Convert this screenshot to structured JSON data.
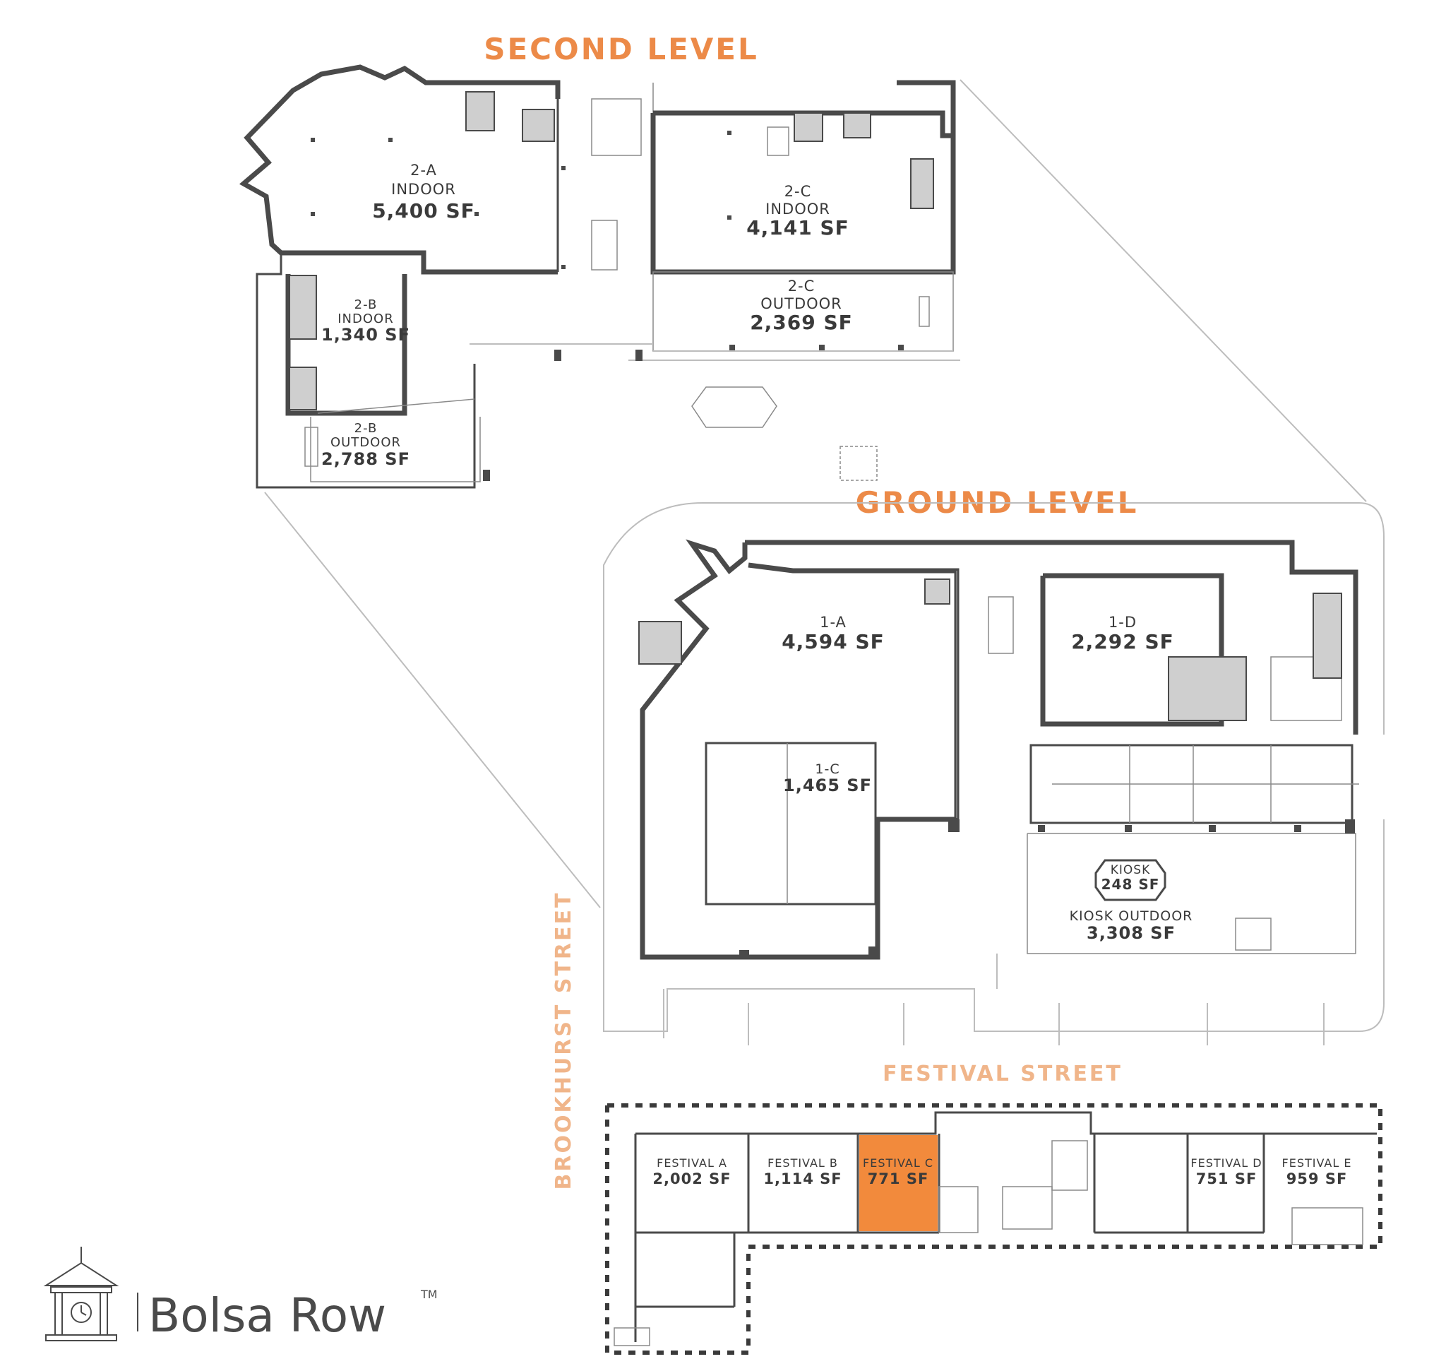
{
  "headings": {
    "second_level": "SECOND LEVEL",
    "ground_level": "GROUND LEVEL"
  },
  "streets": {
    "brookhurst": "BROOKHURST STREET",
    "festival": "FESTIVAL STREET"
  },
  "units": {
    "u2a": {
      "id": "2-A",
      "type": "INDOOR",
      "area": "5,400 SF"
    },
    "u2c_in": {
      "id": "2-C",
      "type": "INDOOR",
      "area": "4,141 SF"
    },
    "u2c_out": {
      "id": "2-C",
      "type": "OUTDOOR",
      "area": "2,369 SF"
    },
    "u2b_in": {
      "id": "2-B",
      "type": "INDOOR",
      "area": "1,340 SF"
    },
    "u2b_out": {
      "id": "2-B",
      "type": "OUTDOOR",
      "area": "2,788 SF"
    },
    "u1a": {
      "id": "1-A",
      "area": "4,594 SF"
    },
    "u1d": {
      "id": "1-D",
      "area": "2,292 SF"
    },
    "u1c": {
      "id": "1-C",
      "area": "1,465 SF"
    },
    "kiosk": {
      "id": "KIOSK",
      "area": "248 SF"
    },
    "kiosk_outdoor": {
      "id": "KIOSK OUTDOOR",
      "area": "3,308 SF"
    },
    "fest_a": {
      "id": "FESTIVAL A",
      "area": "2,002 SF"
    },
    "fest_b": {
      "id": "FESTIVAL B",
      "area": "1,114 SF"
    },
    "fest_c": {
      "id": "FESTIVAL C",
      "area": "771 SF",
      "highlight_color": "#f28a3c"
    },
    "fest_d": {
      "id": "FESTIVAL D",
      "area": "751 SF"
    },
    "fest_e": {
      "id": "FESTIVAL E",
      "area": "959 SF"
    }
  },
  "logo": {
    "name": "Bolsa Row",
    "trademark": "TM"
  },
  "colors": {
    "heading": "#ec8a48",
    "street": "#f0b58a",
    "highlight": "#f28a3c",
    "walls": "#4a4a4a"
  }
}
